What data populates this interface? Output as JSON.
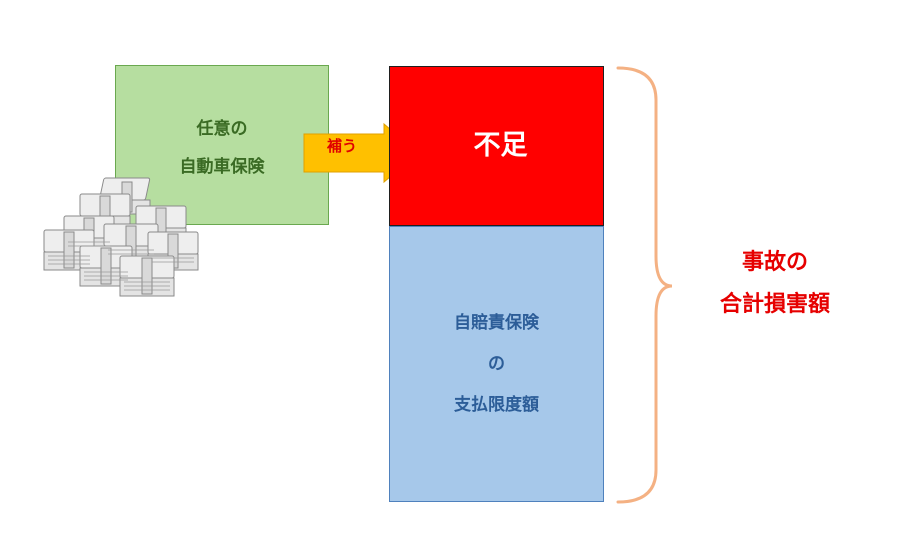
{
  "colors": {
    "green_fill": "#b6dea0",
    "red_fill": "#ff0000",
    "blue_fill": "#a6c8ea",
    "arrow_fill": "#ffc000",
    "brace_stroke": "#f4b183",
    "total_text": "#e60000"
  },
  "optional_insurance": {
    "line1": "任意の",
    "line2": "自動車保険"
  },
  "arrow": {
    "label": "補う"
  },
  "shortfall": {
    "label": "不足"
  },
  "compulsory_insurance": {
    "line1": "自賠責保険",
    "line2": "の",
    "line3": "支払限度額"
  },
  "total_damage": {
    "line1": "事故の",
    "line2": "合計損害額"
  },
  "icons": {
    "money": "money-stack-icon"
  }
}
